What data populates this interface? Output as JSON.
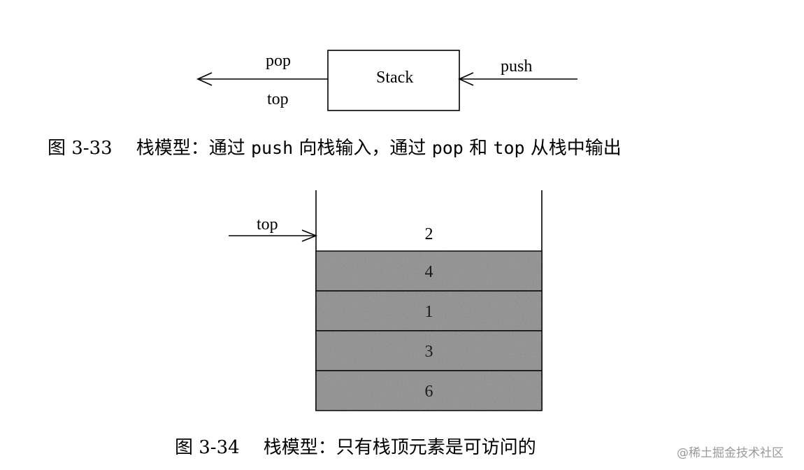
{
  "figure1": {
    "box_label": "Stack",
    "pop_label": "pop",
    "top_label": "top",
    "push_label": "push",
    "caption": {
      "number": "图 3-33",
      "text_a": "栈模型：通过 ",
      "code_push": "push",
      "text_b": " 向栈输入，通过 ",
      "code_pop": "pop",
      "text_c": " 和 ",
      "code_top": "top",
      "text_d": " 从栈中输出"
    }
  },
  "figure2": {
    "top_label": "top",
    "top_element": "2",
    "cells": [
      "4",
      "1",
      "3",
      "6"
    ],
    "caption": {
      "number": "图 3-34",
      "text": "栈模型：只有栈顶元素是可访问的"
    }
  },
  "watermark": "@稀土掘金技术社区",
  "colors": {
    "cell_fill": "#8c8c8c",
    "line": "#000000"
  }
}
